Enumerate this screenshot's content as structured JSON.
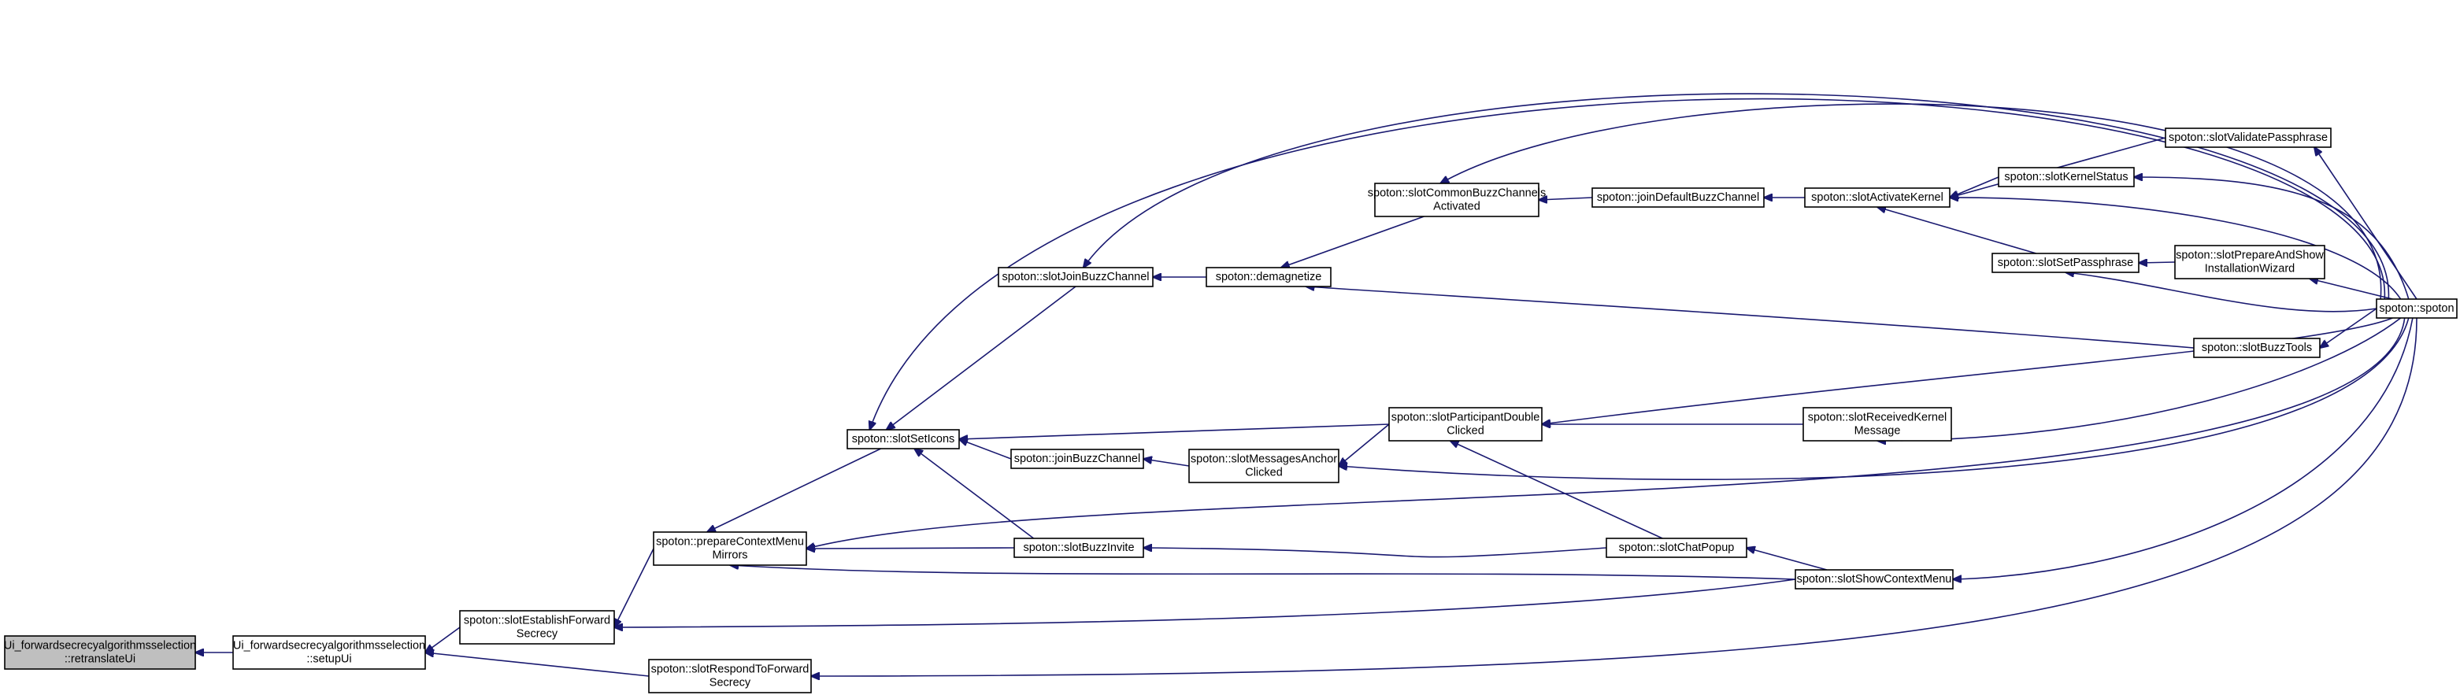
{
  "graph": {
    "edge_color": "#191970",
    "nodes": [
      {
        "id": "retranslate",
        "lines": [
          "Ui_forwardsecrecyalgorithmsselection",
          "::retranslateUi"
        ],
        "highlight": true
      },
      {
        "id": "setupui",
        "lines": [
          "Ui_forwardsecrecyalgorithmsselection",
          "::setupUi"
        ]
      },
      {
        "id": "establish",
        "lines": [
          "spoton::slotEstablishForward",
          "Secrecy"
        ]
      },
      {
        "id": "respond",
        "lines": [
          "spoton::slotRespondToForward",
          "Secrecy"
        ]
      },
      {
        "id": "prepare",
        "lines": [
          "spoton::prepareContextMenu",
          "Mirrors"
        ]
      },
      {
        "id": "seticons",
        "lines": [
          "spoton::slotSetIcons"
        ]
      },
      {
        "id": "joinbuzzslot",
        "lines": [
          "spoton::slotJoinBuzzChannel"
        ]
      },
      {
        "id": "joinbuzz",
        "lines": [
          "spoton::joinBuzzChannel"
        ]
      },
      {
        "id": "buzzinvite",
        "lines": [
          "spoton::slotBuzzInvite"
        ]
      },
      {
        "id": "demag",
        "lines": [
          "spoton::demagnetize"
        ]
      },
      {
        "id": "msgsanchor",
        "lines": [
          "spoton::slotMessagesAnchor",
          "Clicked"
        ]
      },
      {
        "id": "common",
        "lines": [
          "spoton::slotCommonBuzzChannels",
          "Activated"
        ]
      },
      {
        "id": "participant",
        "lines": [
          "spoton::slotParticipantDouble",
          "Clicked"
        ]
      },
      {
        "id": "chatpopup",
        "lines": [
          "spoton::slotChatPopup"
        ]
      },
      {
        "id": "joindefault",
        "lines": [
          "spoton::joinDefaultBuzzChannel"
        ]
      },
      {
        "id": "activate",
        "lines": [
          "spoton::slotActivateKernel"
        ]
      },
      {
        "id": "recvkernel",
        "lines": [
          "spoton::slotReceivedKernel",
          "Message"
        ]
      },
      {
        "id": "showctx",
        "lines": [
          "spoton::slotShowContextMenu"
        ]
      },
      {
        "id": "validate",
        "lines": [
          "spoton::slotValidatePassphrase"
        ]
      },
      {
        "id": "kstatus",
        "lines": [
          "spoton::slotKernelStatus"
        ]
      },
      {
        "id": "setpass",
        "lines": [
          "spoton::slotSetPassphrase"
        ]
      },
      {
        "id": "prepinstall",
        "lines": [
          "spoton::slotPrepareAndShow",
          "InstallationWizard"
        ]
      },
      {
        "id": "buzztools",
        "lines": [
          "spoton::slotBuzzTools"
        ]
      },
      {
        "id": "spoton",
        "lines": [
          "spoton::spoton"
        ]
      }
    ]
  }
}
